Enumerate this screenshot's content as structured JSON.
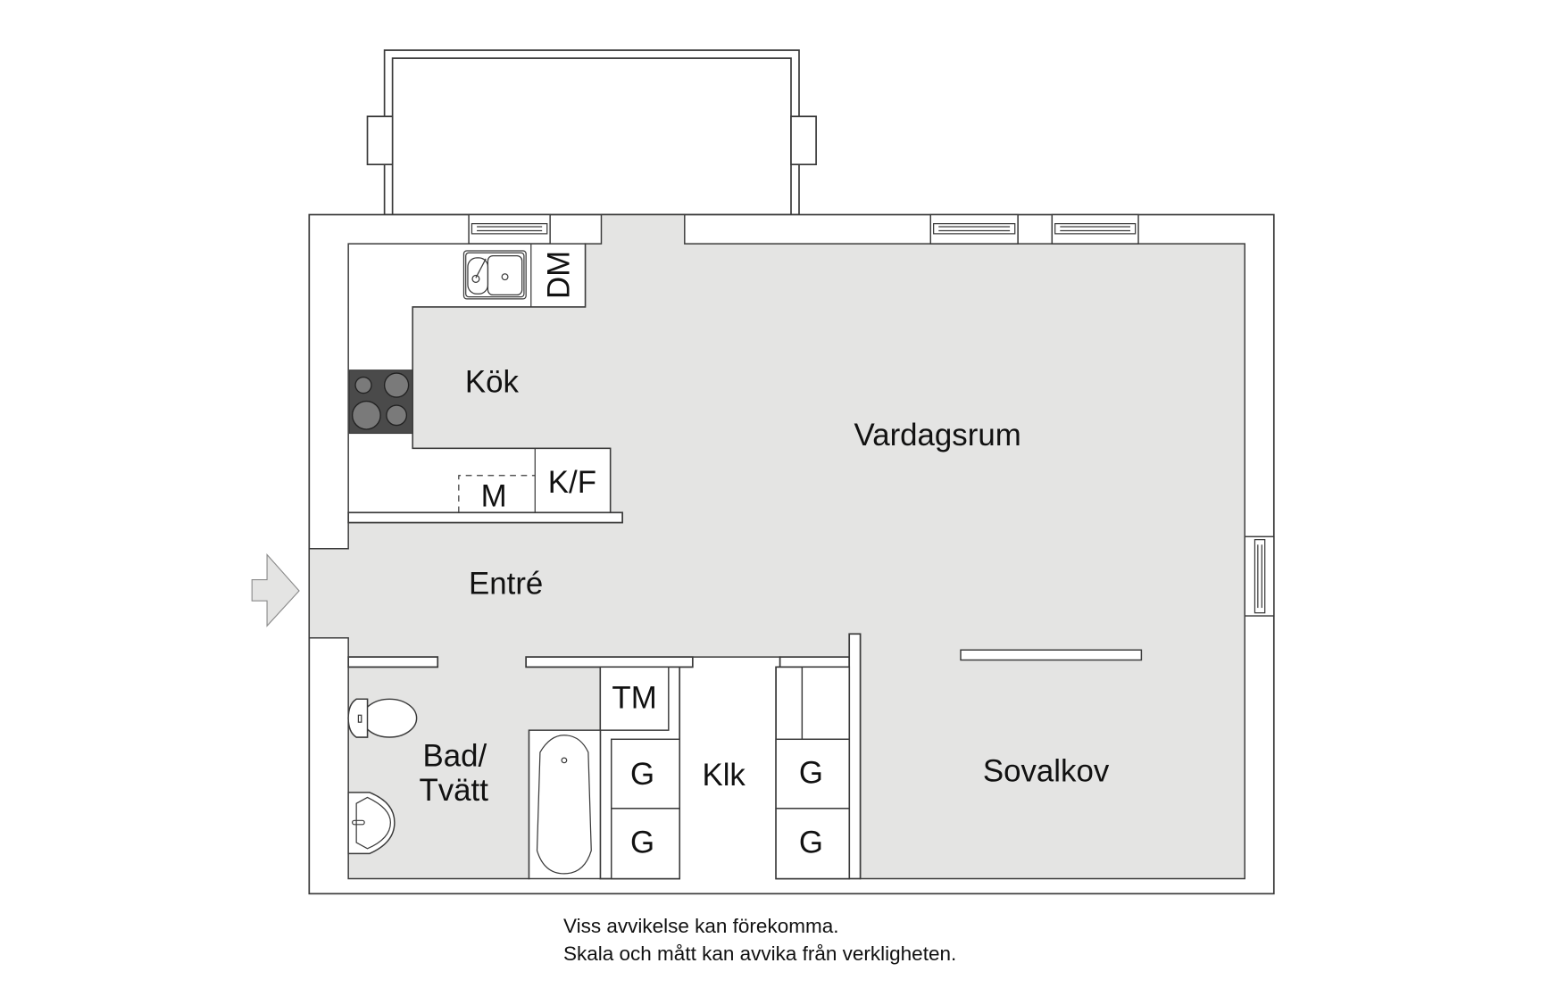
{
  "floorplan": {
    "colors": {
      "floor": "#e4e4e3",
      "wall": "#ffffff",
      "line": "#3a3a3a",
      "stove": "#4a4a4a",
      "burner": "#7a7a7a",
      "entry_arrow": "#e4e4e3"
    },
    "rooms": {
      "kitchen": "Kök",
      "living_room": "Vardagsrum",
      "entrance": "Entré",
      "bath_line1": "Bad/",
      "bath_line2": "Tvätt",
      "closet": "Klk",
      "sleeping_alcove": "Sovalkov"
    },
    "fixtures": {
      "dishwasher": "DM",
      "microwave": "M",
      "fridge_freezer": "K/F",
      "dryer": "TM",
      "wardrobe_1": "G",
      "wardrobe_2": "G",
      "wardrobe_3": "G",
      "wardrobe_4": "G"
    },
    "icons": [
      "entry-arrow-icon",
      "sink-icon",
      "stove-icon",
      "toilet-icon",
      "washbasin-icon",
      "bathtub-icon",
      "window-icon",
      "balcony"
    ]
  },
  "disclaimer": {
    "line1": "Viss avvikelse kan förekomma.",
    "line2": "Skala och mått kan avvika från verkligheten."
  }
}
